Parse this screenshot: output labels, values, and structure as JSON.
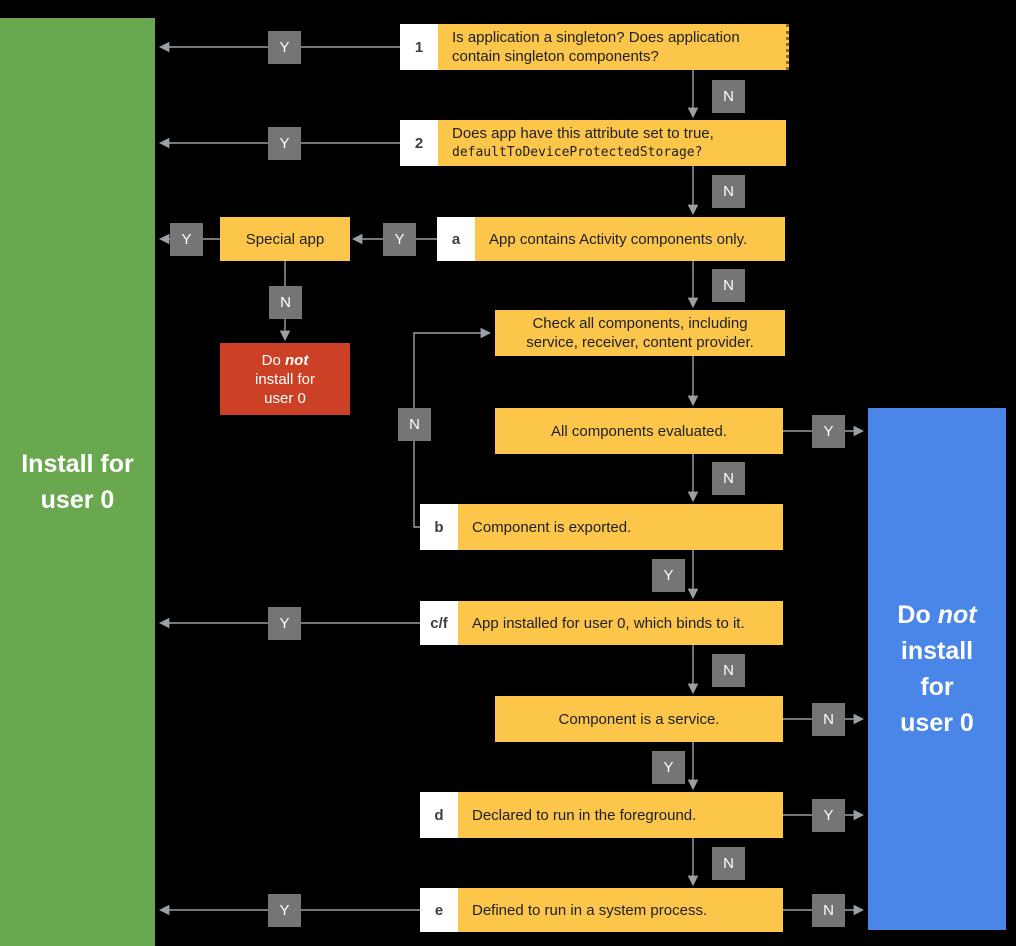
{
  "labels": {
    "yes": "Y",
    "no": "N"
  },
  "terminals": {
    "install": {
      "line1": "Install for",
      "line2": "user 0"
    },
    "do_not_install": {
      "do": "Do",
      "not": "not",
      "install": "install",
      "for": "for",
      "user0": "user 0"
    }
  },
  "red_node": {
    "do": "Do",
    "not": "not",
    "line2": "install for",
    "line3": "user 0"
  },
  "nodes": {
    "n1": {
      "label": "1",
      "text": "Is application a singleton? Does application contain singleton components?"
    },
    "n2": {
      "label": "2",
      "text": "Does app have this attribute set to true,",
      "code": "defaultToDeviceProtectedStorage?"
    },
    "special": {
      "text": "Special app"
    },
    "a": {
      "label": "a",
      "text": "App contains Activity components only."
    },
    "check": {
      "line1": "Check all components, including",
      "line2": "service, receiver, content provider."
    },
    "eval": {
      "text": "All components evaluated."
    },
    "b": {
      "label": "b",
      "text": "Component is exported."
    },
    "cf": {
      "label": "c/f",
      "text": "App installed for user 0, which binds to it."
    },
    "service": {
      "text": "Component is a service."
    },
    "d": {
      "label": "d",
      "text": "Declared to run in the foreground."
    },
    "e": {
      "label": "e",
      "text": "Defined to run in a system process."
    }
  },
  "colors": {
    "background": "#000000",
    "node_yellow": "#fcc64b",
    "install_green": "#6aa84f",
    "do_not_install_blue": "#4a86e8",
    "warning_red": "#cc4125",
    "badge_gray": "#757575",
    "arrow_gray": "#9aa0a6",
    "label_white": "#ffffff"
  }
}
